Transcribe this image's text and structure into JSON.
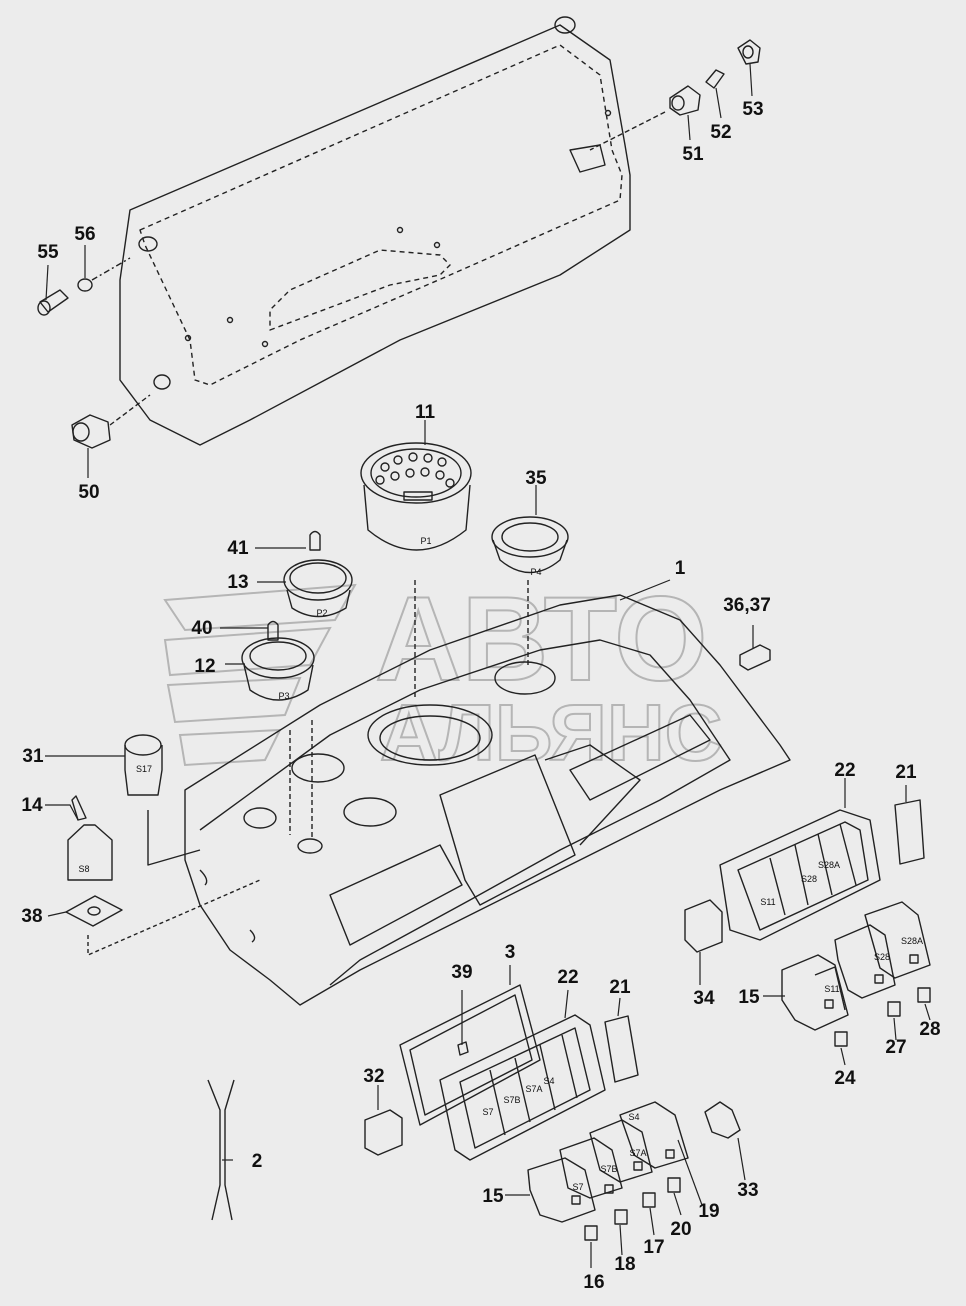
{
  "diagram": {
    "background": "#ececec",
    "line_color": "#222222",
    "watermark": {
      "line1": "АВТО",
      "line2": "АЛЬЯНС",
      "color": "#b5b5b5"
    },
    "callouts": [
      {
        "id": "c1",
        "label": "1"
      },
      {
        "id": "c2",
        "label": "2"
      },
      {
        "id": "c3",
        "label": "3"
      },
      {
        "id": "c11",
        "label": "11"
      },
      {
        "id": "c12",
        "label": "12"
      },
      {
        "id": "c13",
        "label": "13"
      },
      {
        "id": "c14",
        "label": "14"
      },
      {
        "id": "c15a",
        "label": "15"
      },
      {
        "id": "c15b",
        "label": "15"
      },
      {
        "id": "c16",
        "label": "16"
      },
      {
        "id": "c17",
        "label": "17"
      },
      {
        "id": "c18",
        "label": "18"
      },
      {
        "id": "c19",
        "label": "19"
      },
      {
        "id": "c20",
        "label": "20"
      },
      {
        "id": "c21a",
        "label": "21"
      },
      {
        "id": "c21b",
        "label": "21"
      },
      {
        "id": "c22a",
        "label": "22"
      },
      {
        "id": "c22b",
        "label": "22"
      },
      {
        "id": "c24",
        "label": "24"
      },
      {
        "id": "c27",
        "label": "27"
      },
      {
        "id": "c28",
        "label": "28"
      },
      {
        "id": "c31",
        "label": "31"
      },
      {
        "id": "c32",
        "label": "32"
      },
      {
        "id": "c33",
        "label": "33"
      },
      {
        "id": "c34",
        "label": "34"
      },
      {
        "id": "c35",
        "label": "35"
      },
      {
        "id": "c3637",
        "label": "36,37"
      },
      {
        "id": "c38",
        "label": "38"
      },
      {
        "id": "c39",
        "label": "39"
      },
      {
        "id": "c40",
        "label": "40"
      },
      {
        "id": "c41",
        "label": "41"
      },
      {
        "id": "c50",
        "label": "50"
      },
      {
        "id": "c51",
        "label": "51"
      },
      {
        "id": "c52",
        "label": "52"
      },
      {
        "id": "c53",
        "label": "53"
      },
      {
        "id": "c55",
        "label": "55"
      },
      {
        "id": "c56",
        "label": "56"
      }
    ],
    "part_labels": {
      "p1": "P1",
      "p2": "P2",
      "p3": "P3",
      "p4": "P4",
      "s17": "S17",
      "s8": "S8",
      "s11_frame": "S11",
      "s28_frame": "S28",
      "s28a_frame": "S28A",
      "s7_frame": "S7",
      "s7b_frame": "S7B",
      "s7a_frame": "S7A",
      "s4_frame": "S4",
      "s11_sw": "S11",
      "s28_sw": "S28",
      "s28a_sw": "S28A",
      "s7_sw": "S7",
      "s7b_sw": "S7B",
      "s7a_sw": "S7A",
      "s4_sw": "S4"
    }
  }
}
